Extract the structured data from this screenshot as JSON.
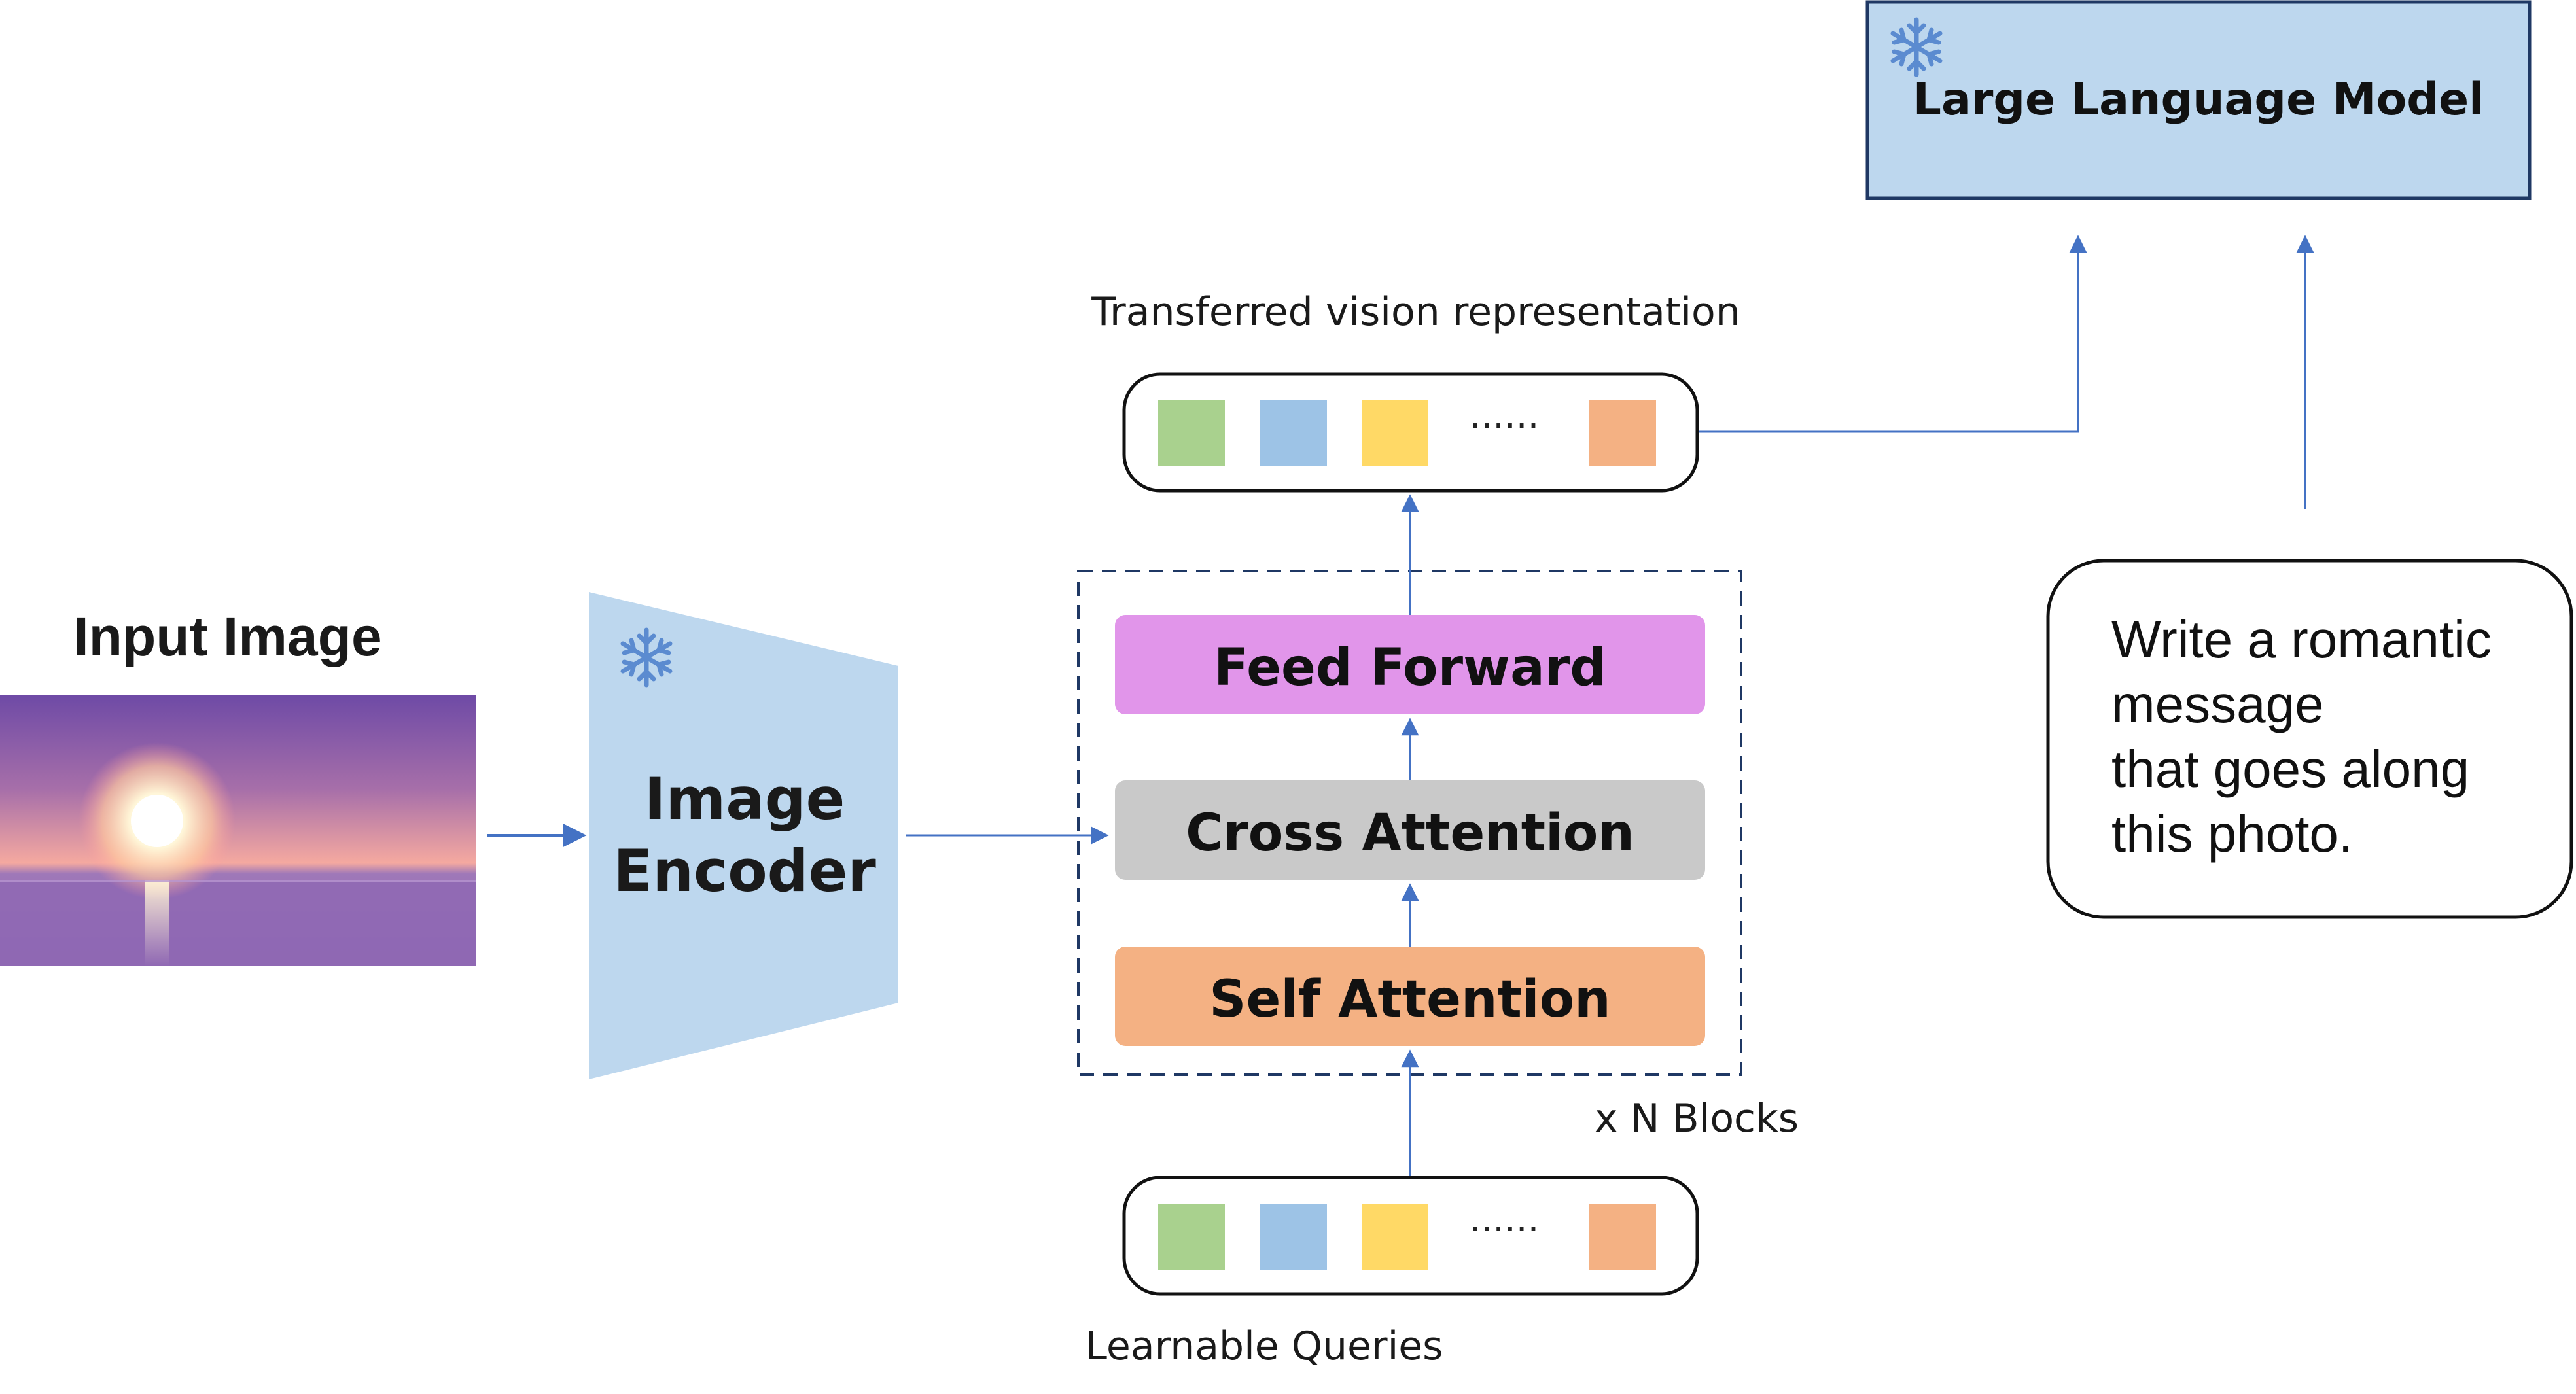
{
  "input": {
    "title": "Input Image",
    "photo_icon": "sunset-over-sea-photo"
  },
  "encoder": {
    "label_line1": "Image",
    "label_line2": "Encoder",
    "frozen_icon": "snowflake-icon"
  },
  "blocks": {
    "feed_forward": "Feed Forward",
    "cross_attention": "Cross Attention",
    "self_attention": "Self Attention",
    "repeat_label": "x N Blocks"
  },
  "queries": {
    "label": "Learnable Queries",
    "ellipsis": "······"
  },
  "output_tokens": {
    "label": "Transferred vision representation",
    "ellipsis": "······"
  },
  "llm": {
    "label": "Large Language Model",
    "frozen_icon": "snowflake-icon"
  },
  "prompt": {
    "line1": "Write a romantic",
    "line2": "message",
    "line3": "that goes along",
    "line4": "this photo."
  },
  "colors": {
    "token_green": "#a9d18e",
    "token_blue": "#9dc3e6",
    "token_yellow": "#ffd966",
    "token_orange": "#f4b183",
    "feed_forward": "#e195ea",
    "cross_attention": "#c9c9c9",
    "self_attention": "#f4b183",
    "encoder": "#bdd7ee",
    "llm": "#bdd7ee",
    "arrow": "#4472c4",
    "snowflake": "#5b8bd0"
  }
}
